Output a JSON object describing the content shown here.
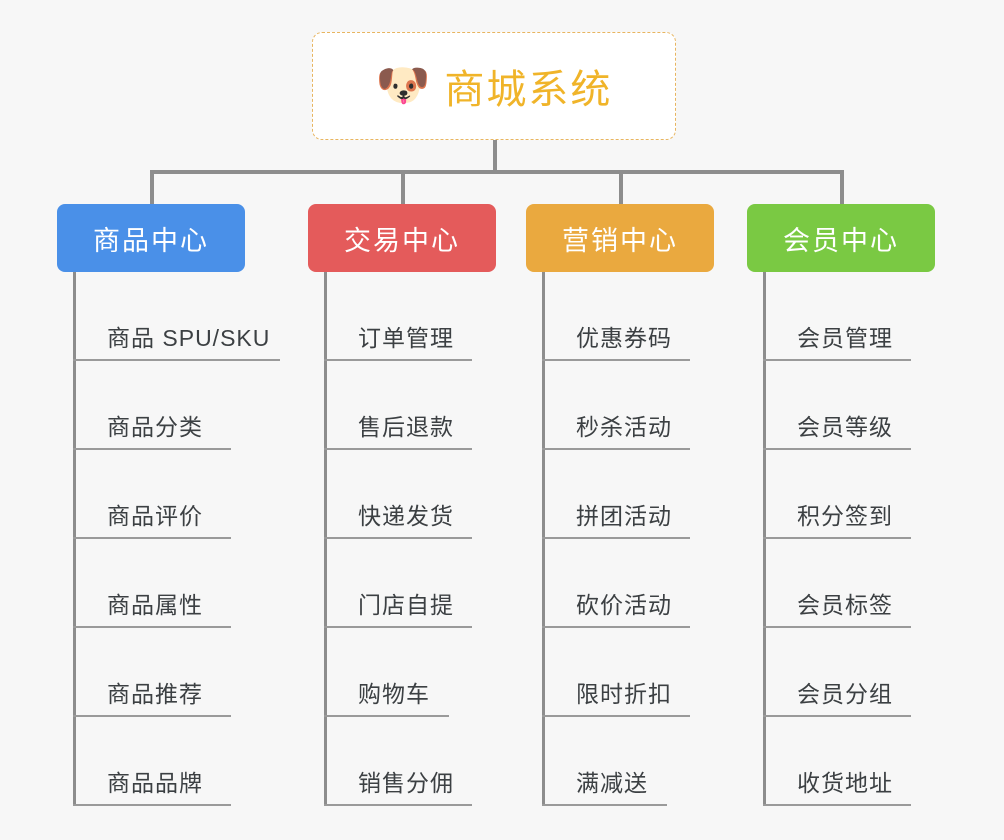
{
  "diagram": {
    "type": "org-chart",
    "background_color": "#f7f7f7",
    "connector_color": "#8d8d8d"
  },
  "root": {
    "icon": "shiba-dog-face-emoji",
    "emoji": "🐶",
    "title": "商城系统",
    "title_color": "#f0b429",
    "border_color": "#e8b560",
    "border_style": "dashed",
    "background": "#ffffff"
  },
  "branches": [
    {
      "label": "商品中心",
      "color": "#4a90e8",
      "items": [
        "商品 SPU/SKU",
        "商品分类",
        "商品评价",
        "商品属性",
        "商品推荐",
        "商品品牌"
      ]
    },
    {
      "label": "交易中心",
      "color": "#e45b5b",
      "items": [
        "订单管理",
        "售后退款",
        "快递发货",
        "门店自提",
        "购物车",
        "销售分佣"
      ]
    },
    {
      "label": "营销中心",
      "color": "#eaa93f",
      "items": [
        "优惠券码",
        "秒杀活动",
        "拼团活动",
        "砍价活动",
        "限时折扣",
        "满减送"
      ]
    },
    {
      "label": "会员中心",
      "color": "#7ac943",
      "items": [
        "会员管理",
        "会员等级",
        "积分签到",
        "会员标签",
        "会员分组",
        "收货地址"
      ]
    }
  ]
}
